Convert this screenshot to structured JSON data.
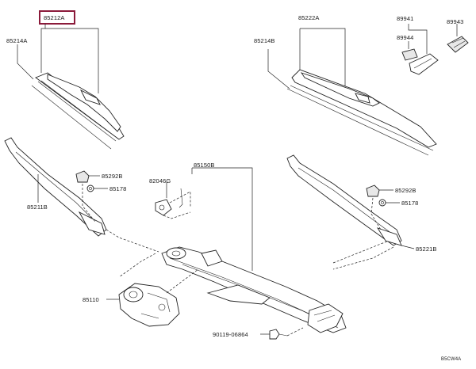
{
  "parts": {
    "p85212A": "85212A",
    "p85214A": "85214A",
    "p85222A": "85222A",
    "p85214B": "85214B",
    "p89941": "89941",
    "p89944": "89944",
    "p89943": "89943",
    "p85292B_left": "85292B",
    "p85178_left": "85178",
    "p85211B": "85211B",
    "p82046G": "82046G",
    "p85150B": "85150B",
    "p85292B_right": "85292B",
    "p85178_right": "85178",
    "p85221B": "85221B",
    "p85110": "85110",
    "p90119": "90119-06864"
  },
  "diagram_code": "B5CW4A",
  "colors": {
    "highlight": "#8b1a3a",
    "ink": "#222222"
  }
}
